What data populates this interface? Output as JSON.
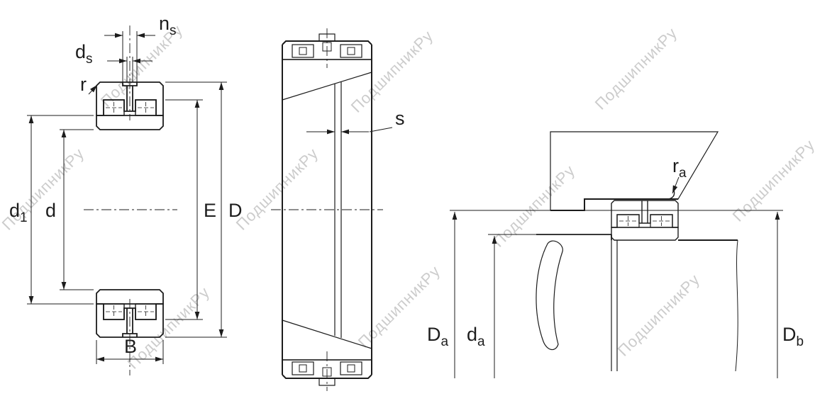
{
  "watermark": {
    "text": "ПодшипникРу",
    "color": "#9b9b9b"
  },
  "labels": {
    "ns": {
      "base": "n",
      "sub": "s"
    },
    "ds": {
      "base": "d",
      "sub": "s"
    },
    "r": {
      "base": "r",
      "sub": ""
    },
    "d1": {
      "base": "d",
      "sub": "1"
    },
    "d": {
      "base": "d",
      "sub": ""
    },
    "E": {
      "base": "E",
      "sub": ""
    },
    "D": {
      "base": "D",
      "sub": ""
    },
    "B": {
      "base": "B",
      "sub": ""
    },
    "s": {
      "base": "s",
      "sub": ""
    },
    "ra": {
      "base": "r",
      "sub": "a"
    },
    "Da": {
      "base": "D",
      "sub": "a"
    },
    "da": {
      "base": "d",
      "sub": "a"
    },
    "Db": {
      "base": "D",
      "sub": "b"
    }
  }
}
